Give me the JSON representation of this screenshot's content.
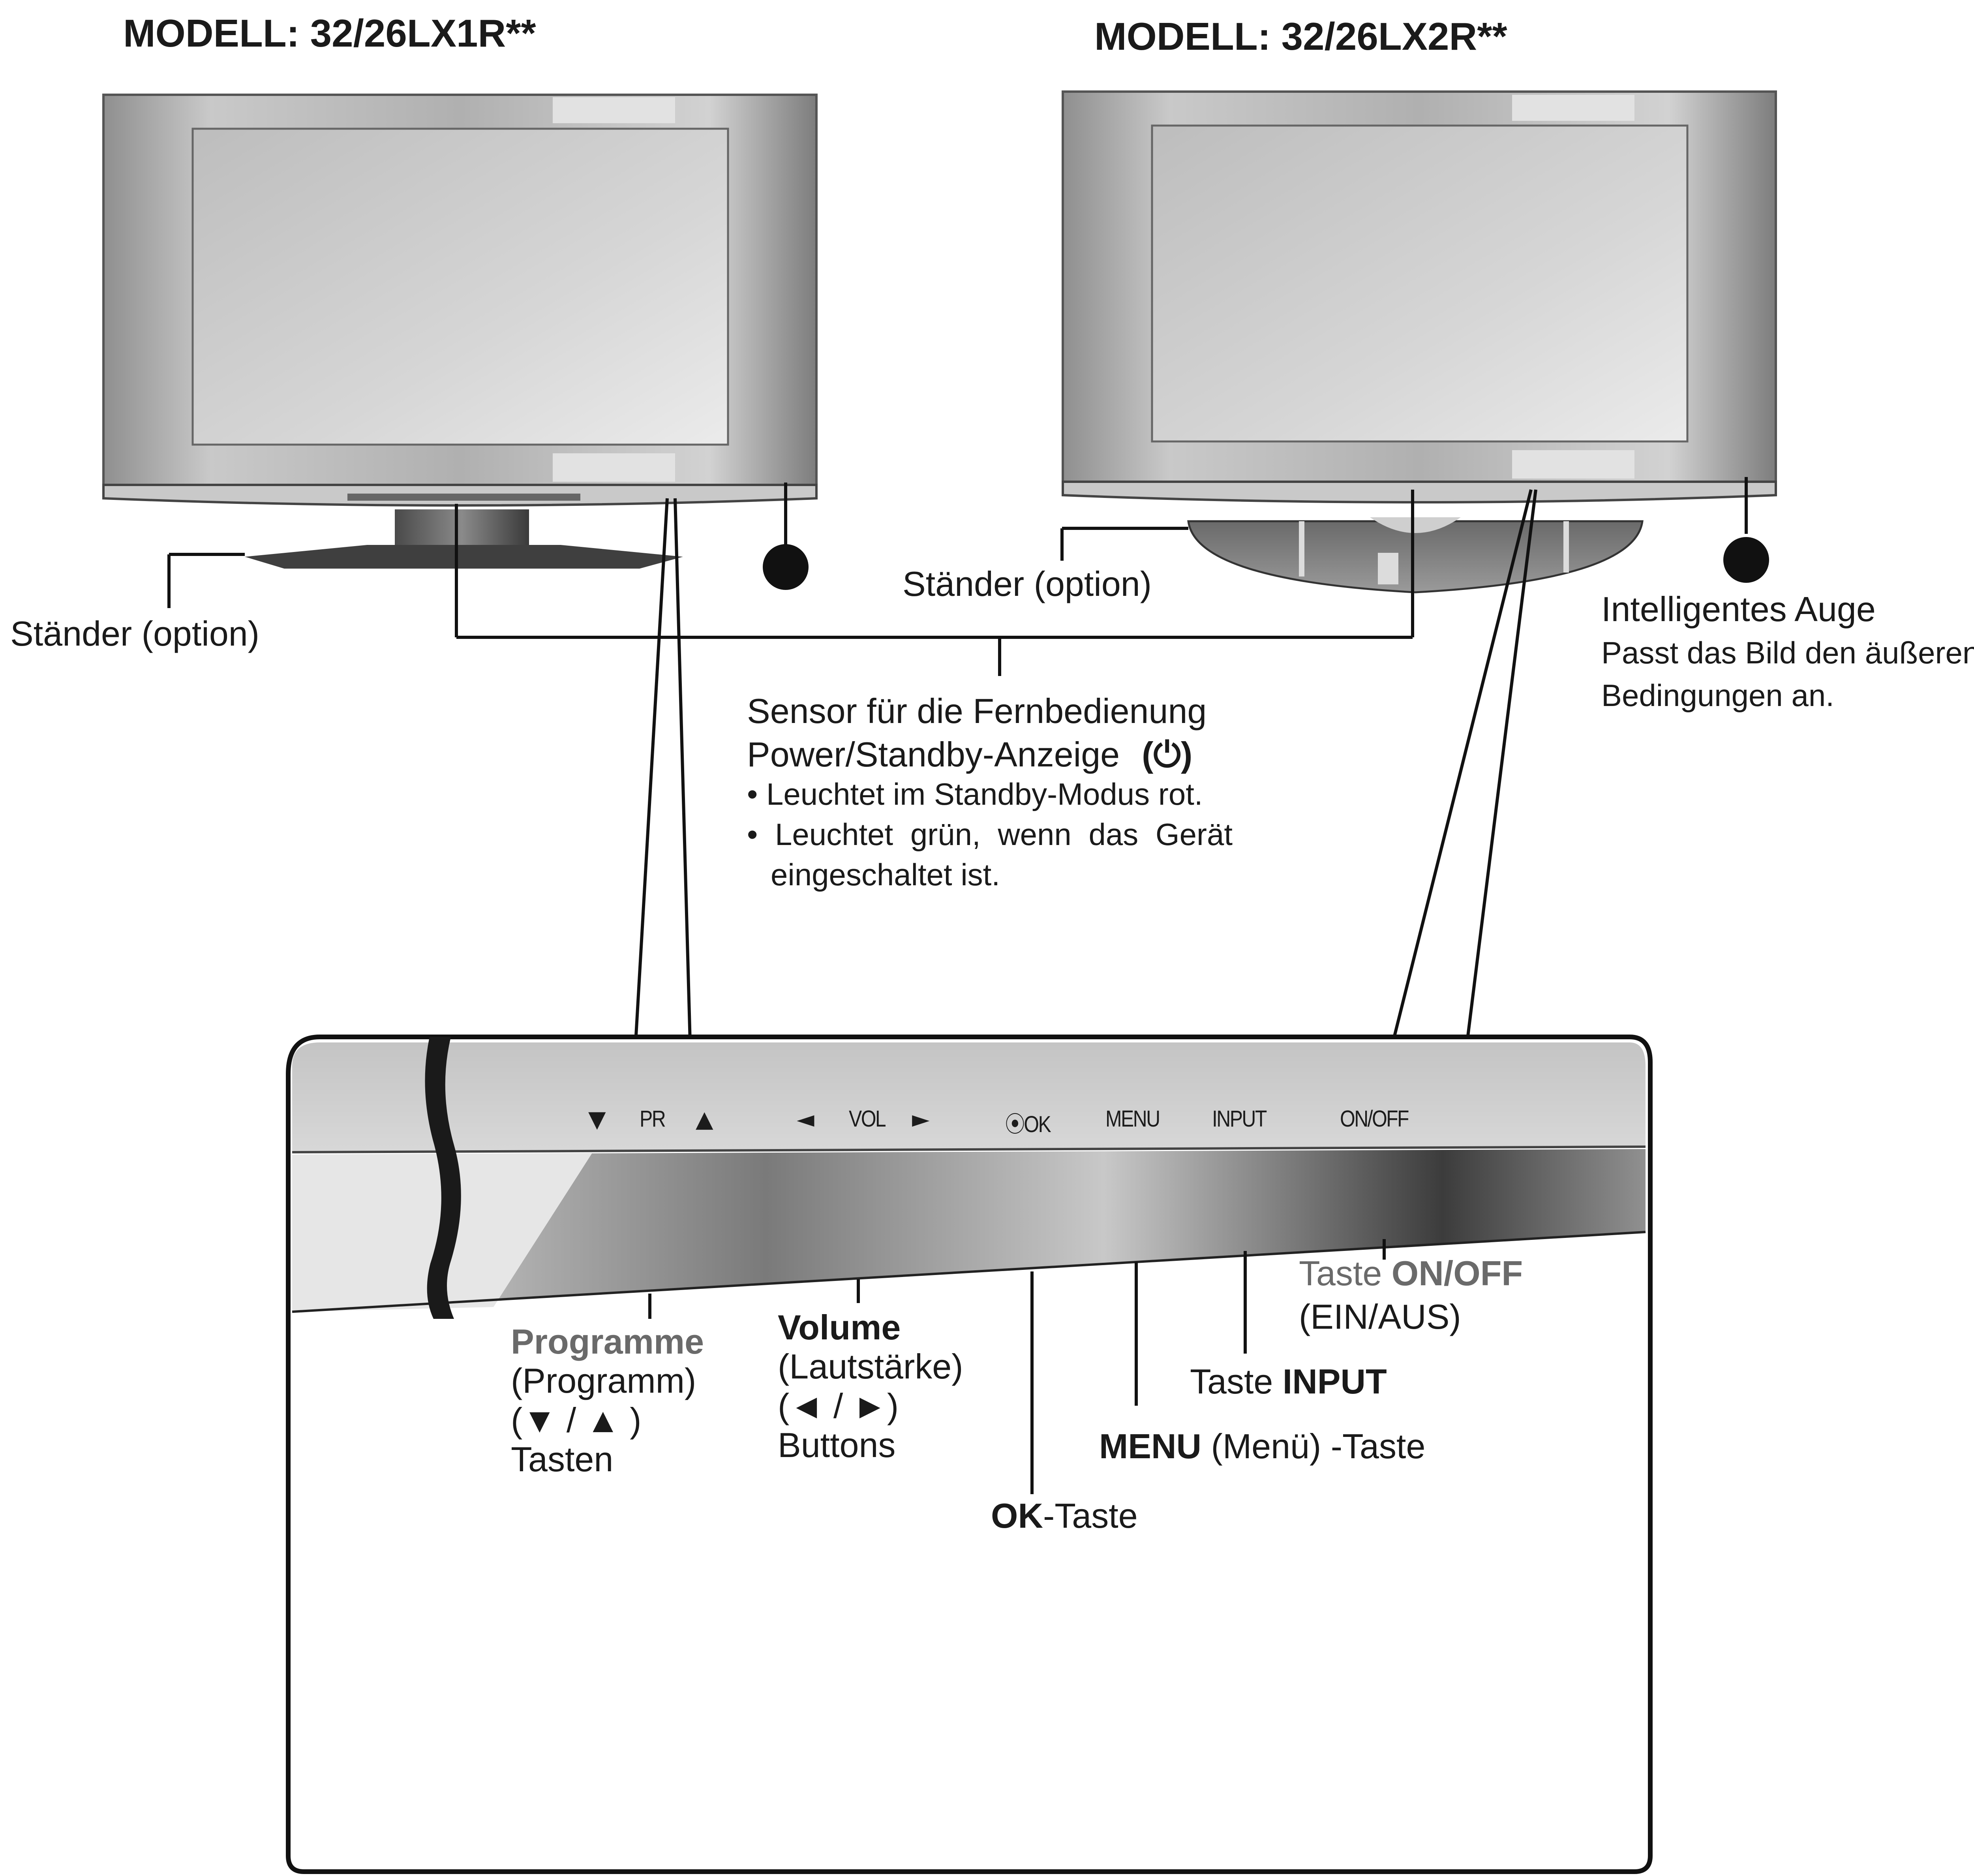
{
  "models": {
    "left_title": "MODELL: 32/26LX1R**",
    "right_title": "MODELL: 32/26LX2R**"
  },
  "stand_left": "Ständer (option)",
  "stand_right": "Ständer (option)",
  "eye": {
    "title": "Intelligentes Auge",
    "desc_line1": "Passt das Bild den äußeren",
    "desc_line2": "Bedingungen an."
  },
  "sensor": {
    "line1": "Sensor für die Fernbedienung",
    "line2": "Power/Standby-Anzeige",
    "power_symbol": "(⏻)",
    "bullet1": "• Leuchtet im Standby-Modus rot.",
    "bullet2_line1": "• Leuchtet grün, wenn das Gerät",
    "bullet2_line2": "eingeschaltet ist."
  },
  "panel": {
    "pr_down": "▼",
    "pr_label": "PR",
    "pr_up": "▲",
    "vol_left": "◄",
    "vol_label": "VOL",
    "vol_right": "►",
    "ok_label": "⦿OK",
    "menu_label": "MENU",
    "input_label": "INPUT",
    "onoff_label": "ON/OFF"
  },
  "callouts": {
    "programme": {
      "name": "Programme",
      "paren": "(Programm)",
      "keys": "(▼ / ▲ )",
      "word": "Tasten"
    },
    "volume": {
      "name": "Volume",
      "paren": "(Lautstärke)",
      "keys": "(◄ / ►)",
      "word": "Buttons"
    },
    "ok": {
      "name": "OK",
      "suffix": "-Taste"
    },
    "menu": {
      "name": "MENU",
      "suffix": " (Menü) -Taste"
    },
    "input": {
      "prefix": "Taste ",
      "name": "INPUT"
    },
    "onoff": {
      "prefix": "Taste ",
      "name": "ON/OFF",
      "line2": "(EIN/AUS)"
    }
  }
}
